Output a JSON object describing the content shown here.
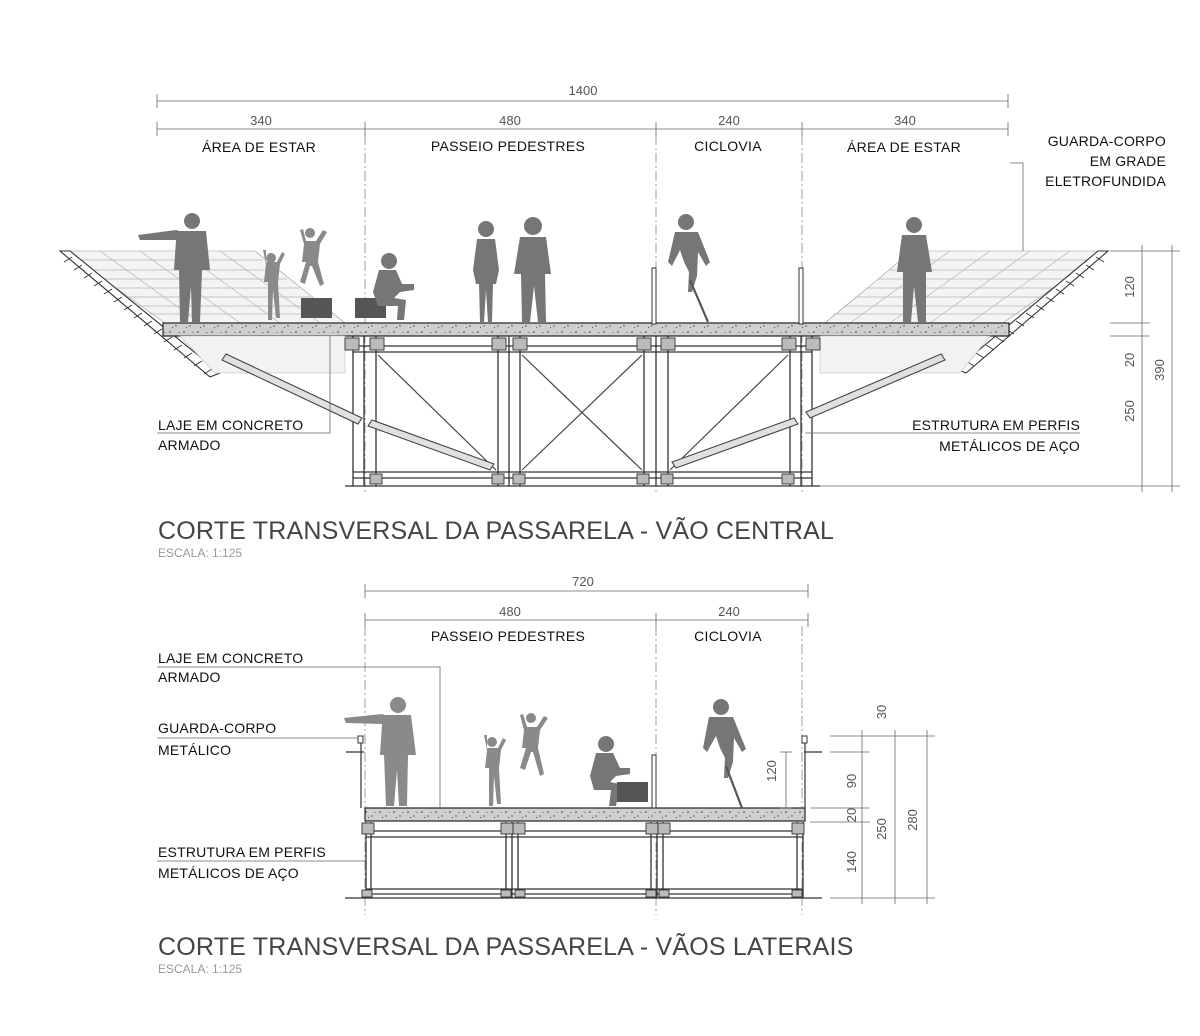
{
  "section_central": {
    "title": "CORTE TRANSVERSAL DA PASSARELA - VÃO CENTRAL",
    "scale": "ESCALA: 1:125",
    "total_width": "1400",
    "zones": [
      {
        "width": "340",
        "label": "ÁREA DE ESTAR"
      },
      {
        "width": "480",
        "label": "PASSEIO PEDESTRES"
      },
      {
        "width": "240",
        "label": "CICLOVIA"
      },
      {
        "width": "340",
        "label": "ÁREA DE ESTAR"
      }
    ],
    "vertical_dims": [
      "120",
      "20",
      "250",
      "390"
    ],
    "notes": {
      "railing": [
        "GUARDA-CORPO",
        "EM GRADE",
        "ELETROFUNDIDA"
      ],
      "slab": [
        "LAJE EM CONCRETO",
        "ARMADO"
      ],
      "structure": [
        "ESTRUTURA EM PERFIS",
        "METÁLICOS DE AÇO"
      ]
    }
  },
  "section_lateral": {
    "title": "CORTE TRANSVERSAL DA PASSARELA - VÃOS LATERAIS",
    "scale": "ESCALA: 1:125",
    "total_width": "720",
    "zones": [
      {
        "width": "480",
        "label": "PASSEIO PEDESTRES"
      },
      {
        "width": "240",
        "label": "CICLOVIA"
      }
    ],
    "vertical_dims": [
      "30",
      "90",
      "120",
      "20",
      "250",
      "280",
      "140"
    ],
    "notes": {
      "slab": [
        "LAJE EM CONCRETO",
        "ARMADO"
      ],
      "railing": [
        "GUARDA-CORPO",
        "METÁLICO"
      ],
      "structure": [
        "ESTRUTURA EM PERFIS",
        "METÁLICOS DE AÇO"
      ]
    }
  }
}
